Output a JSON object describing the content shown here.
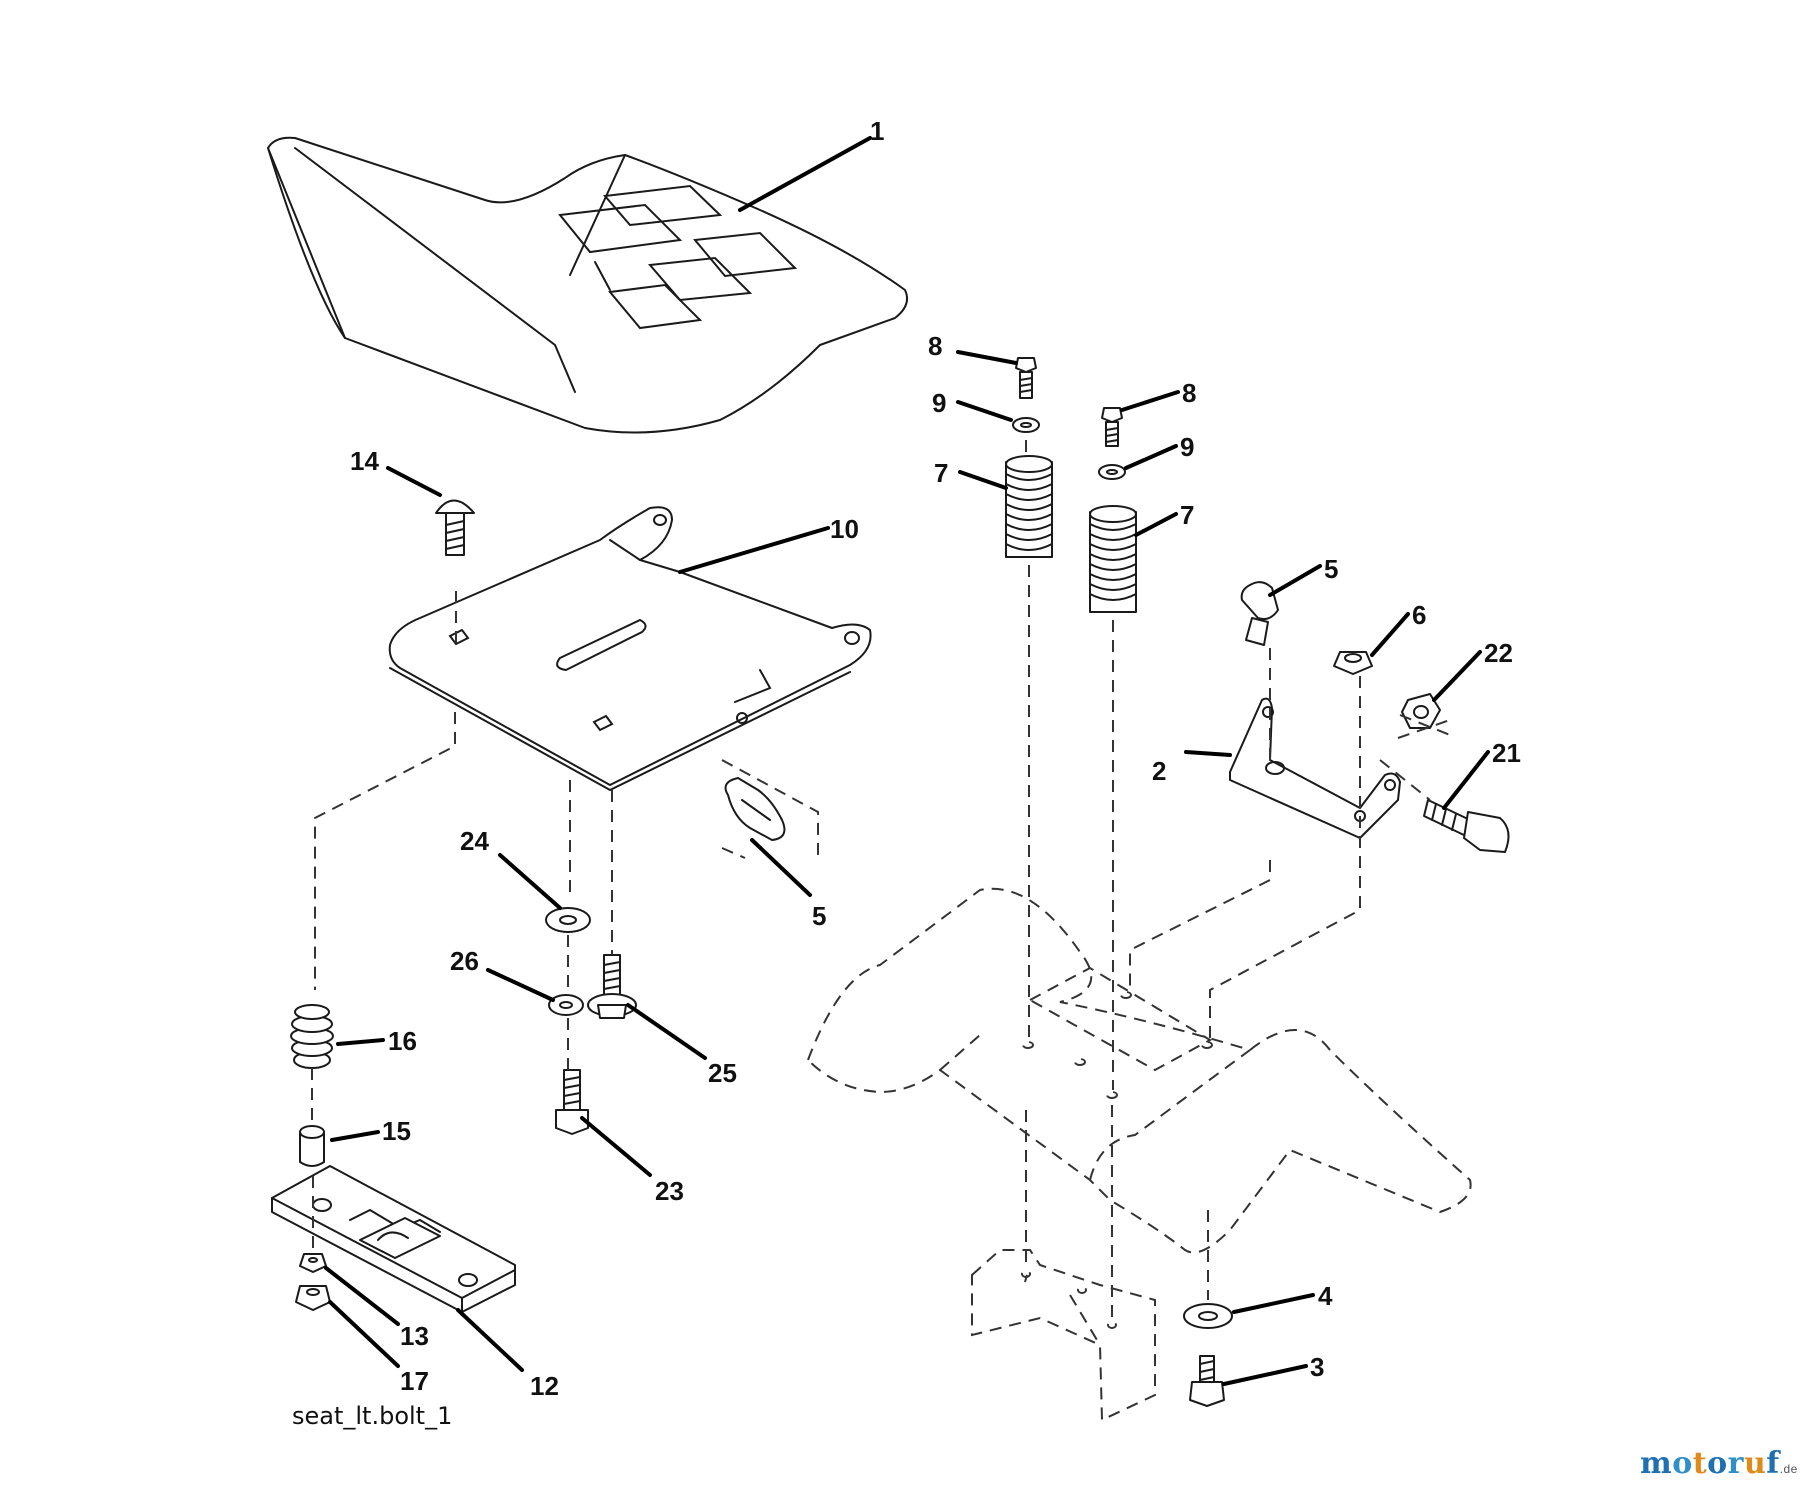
{
  "diagram": {
    "caption": "seat_lt.bolt_1",
    "brand": {
      "letters": [
        "m",
        "o",
        "t",
        "o",
        "r",
        "u",
        "f"
      ],
      "colors": [
        "#1f6fb3",
        "#2f8fc9",
        "#e08a1a",
        "#1f6fb3",
        "#2f8fc9",
        "#e08a1a",
        "#1f6fb3"
      ],
      "suffix": ".de"
    },
    "callouts": [
      {
        "id": "c1",
        "label": "1"
      },
      {
        "id": "c14",
        "label": "14"
      },
      {
        "id": "c10",
        "label": "10"
      },
      {
        "id": "c24",
        "label": "24"
      },
      {
        "id": "c5a",
        "label": "5"
      },
      {
        "id": "c26",
        "label": "26"
      },
      {
        "id": "c25",
        "label": "25"
      },
      {
        "id": "c16",
        "label": "16"
      },
      {
        "id": "c15",
        "label": "15"
      },
      {
        "id": "c23",
        "label": "23"
      },
      {
        "id": "c13",
        "label": "13"
      },
      {
        "id": "c12",
        "label": "12"
      },
      {
        "id": "c17",
        "label": "17"
      },
      {
        "id": "c8a",
        "label": "8"
      },
      {
        "id": "c9a",
        "label": "9"
      },
      {
        "id": "c7a",
        "label": "7"
      },
      {
        "id": "c8b",
        "label": "8"
      },
      {
        "id": "c9b",
        "label": "9"
      },
      {
        "id": "c7b",
        "label": "7"
      },
      {
        "id": "c5b",
        "label": "5"
      },
      {
        "id": "c6",
        "label": "6"
      },
      {
        "id": "c22",
        "label": "22"
      },
      {
        "id": "c2",
        "label": "2"
      },
      {
        "id": "c21",
        "label": "21"
      },
      {
        "id": "c4",
        "label": "4"
      },
      {
        "id": "c3",
        "label": "3"
      }
    ]
  }
}
